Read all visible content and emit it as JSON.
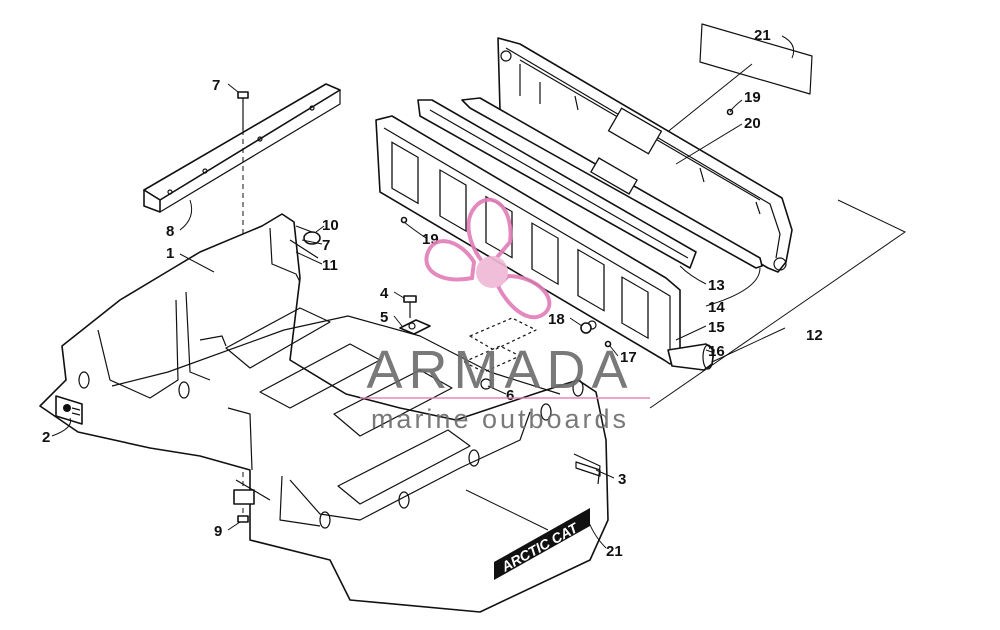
{
  "watermark": {
    "brand": "ARMADA",
    "tagline": "marine outboards",
    "logo_color": "#e27db7",
    "logo_fill": "#f0b8d6"
  },
  "decal": {
    "text": "ARCTIC CAT"
  },
  "callouts": [
    {
      "id": "c7a",
      "label": "7"
    },
    {
      "id": "c8",
      "label": "8"
    },
    {
      "id": "c1",
      "label": "1"
    },
    {
      "id": "c10",
      "label": "10"
    },
    {
      "id": "c7b",
      "label": "7"
    },
    {
      "id": "c11",
      "label": "11"
    },
    {
      "id": "c19a",
      "label": "19"
    },
    {
      "id": "c21a",
      "label": "21"
    },
    {
      "id": "c19b",
      "label": "19"
    },
    {
      "id": "c20",
      "label": "20"
    },
    {
      "id": "c13",
      "label": "13"
    },
    {
      "id": "c14",
      "label": "14"
    },
    {
      "id": "c4",
      "label": "4"
    },
    {
      "id": "c5",
      "label": "5"
    },
    {
      "id": "c18",
      "label": "18"
    },
    {
      "id": "c15",
      "label": "15"
    },
    {
      "id": "c12",
      "label": "12"
    },
    {
      "id": "c16",
      "label": "16"
    },
    {
      "id": "c17",
      "label": "17"
    },
    {
      "id": "c6",
      "label": "6"
    },
    {
      "id": "c2",
      "label": "2"
    },
    {
      "id": "c3",
      "label": "3"
    },
    {
      "id": "c9",
      "label": "9"
    },
    {
      "id": "c21b",
      "label": "21"
    }
  ]
}
